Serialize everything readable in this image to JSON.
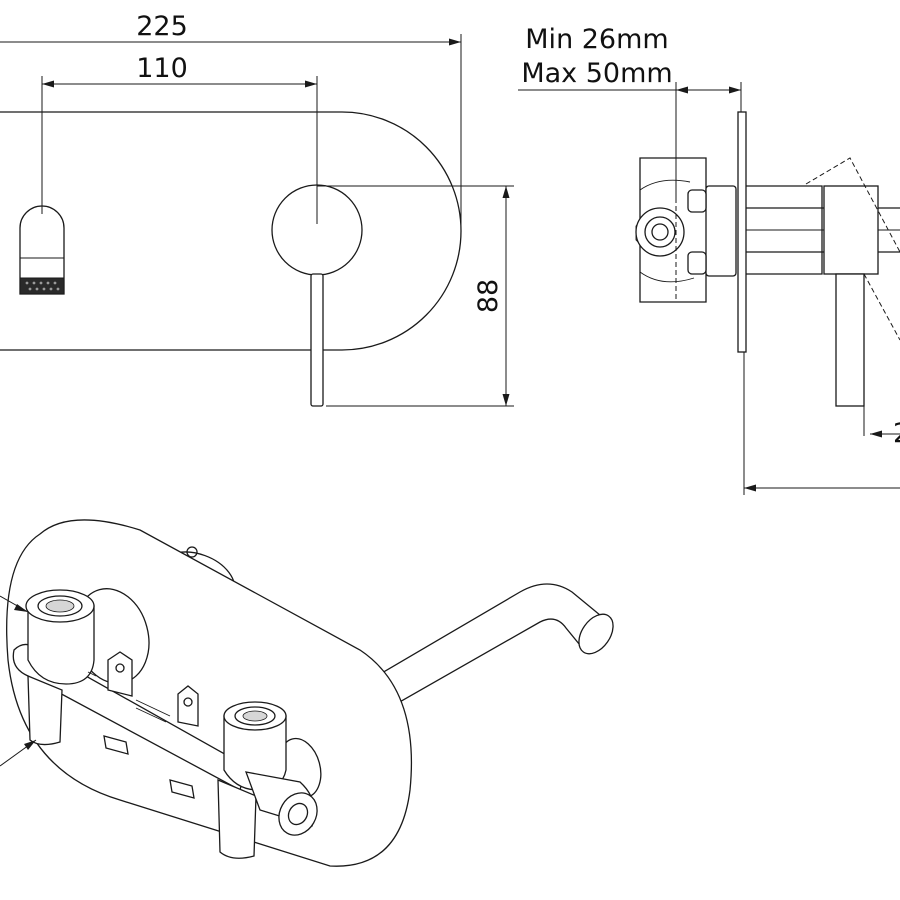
{
  "drawing": {
    "dimensions": {
      "overall_width": "225",
      "spout_to_lever": "110",
      "plate_height": "88",
      "wall_min": "Min 26mm",
      "wall_max": "Max 50mm",
      "partial_label": "2"
    }
  }
}
